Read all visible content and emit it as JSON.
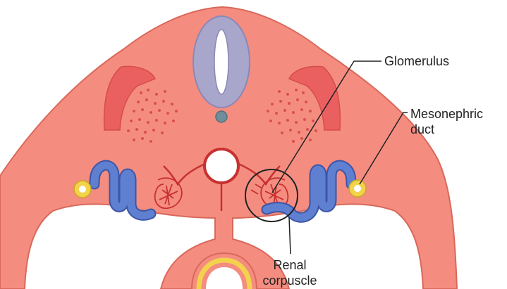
{
  "labels": {
    "glomerulus": "Glomerulus",
    "mesonephric_duct": [
      "Mesonephric",
      "duct"
    ],
    "renal_corpuscle": [
      "Renal",
      "corpuscle"
    ]
  },
  "colors": {
    "body": "#f48d80",
    "body_outline": "#d9685a",
    "neural_tube": "#a9a6cc",
    "neural_tube_outline": "#8b87b6",
    "notochord": "#6d8e9a",
    "somite_band": "#ea6060",
    "tubule_blue": "#5f7fd0",
    "tubule_outline": "#3d55a6",
    "vessel_red": "#c8312f",
    "duct_yellow": "#f3d24c",
    "aorta_white": "#ffffff",
    "leader_line": "#222222"
  }
}
